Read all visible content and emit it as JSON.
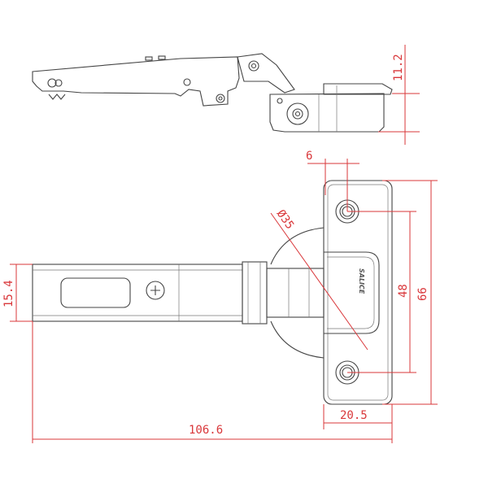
{
  "drawing": {
    "brand_mark": "SALICE",
    "dimensions": {
      "side_height": "11.2",
      "hole_offset": "6",
      "cup_diameter": "Ø35",
      "arm_width": "15.4",
      "hole_spacing": "48",
      "plate_height": "66",
      "plate_width": "20.5",
      "overall_length": "106.6"
    },
    "colors": {
      "dimension": "#d9373a",
      "outline": "#444444"
    }
  }
}
